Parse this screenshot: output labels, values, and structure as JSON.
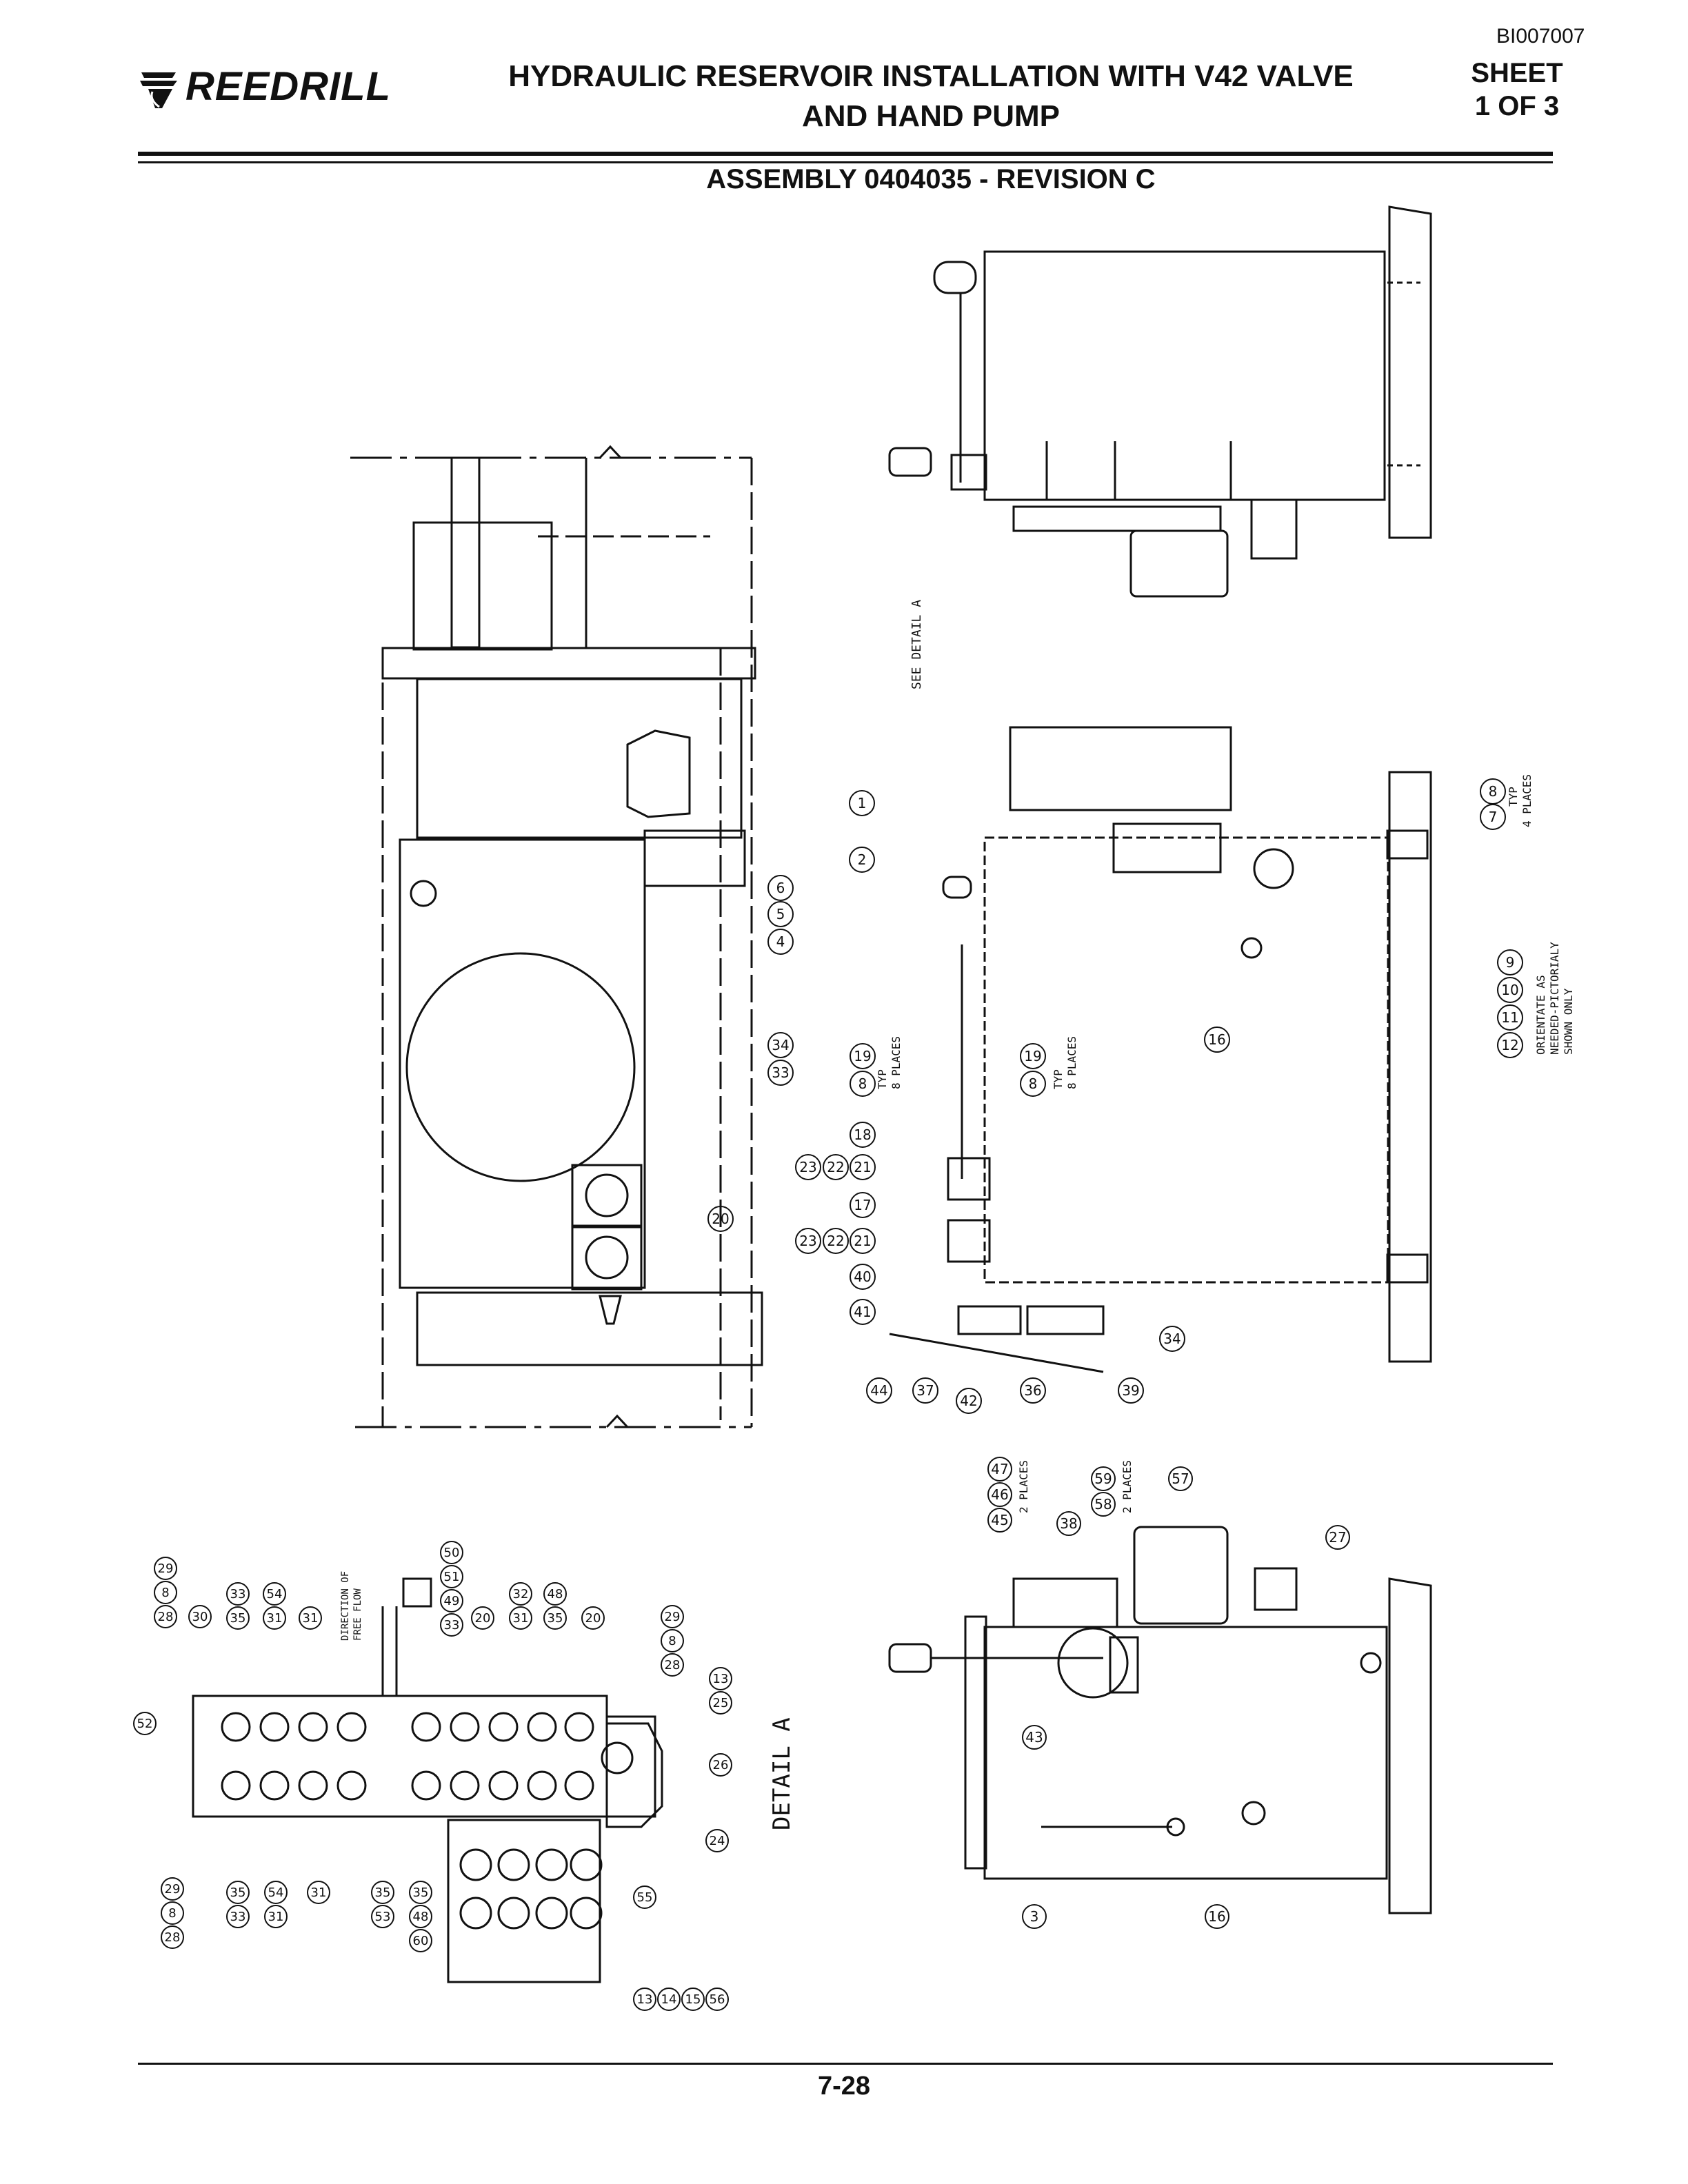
{
  "header": {
    "doc_id": "BI007007",
    "logo_text": "REEDRILL",
    "title_line1": "HYDRAULIC RESERVOIR INSTALLATION WITH V42 VALVE",
    "title_line2": "AND HAND PUMP",
    "sheet_line1": "SHEET",
    "sheet_line2": "1 OF 3",
    "assembly": "ASSEMBLY 0404035 - REVISION C"
  },
  "footer": {
    "page_number": "7-28"
  },
  "notes": {
    "see_detail": "SEE DETAIL A",
    "detail_a": "DETAIL A",
    "direction_of_free_flow_1": "DIRECTION OF",
    "direction_of_free_flow_2": "FREE FLOW",
    "typ": "TYP",
    "four_places": "4 PLACES",
    "eight_places": "8 PLACES",
    "two_places": "2 PLACES",
    "orient_1": "ORIENTATE AS",
    "orient_2": "NEEDED-PICTORIALY",
    "orient_3": "SHOWN ONLY"
  },
  "balloons": {
    "side_view": [
      "1",
      "2",
      "4",
      "5",
      "6",
      "33",
      "34",
      "20",
      "16",
      "7",
      "8",
      "9",
      "10",
      "11",
      "12",
      "8",
      "19",
      "8",
      "19",
      "18",
      "21",
      "22",
      "23",
      "17",
      "21",
      "22",
      "23",
      "40",
      "41",
      "44",
      "37",
      "42",
      "36",
      "39",
      "34"
    ],
    "end_view": [
      "45",
      "46",
      "47",
      "38",
      "58",
      "59",
      "57",
      "27",
      "43",
      "3",
      "16"
    ],
    "detail_a": [
      "29",
      "8",
      "28",
      "30",
      "33",
      "35",
      "54",
      "31",
      "31",
      "20",
      "33",
      "49",
      "51",
      "50",
      "31",
      "32",
      "35",
      "48",
      "20",
      "29",
      "8",
      "28",
      "25",
      "13",
      "52",
      "26",
      "24",
      "29",
      "8",
      "28",
      "35",
      "33",
      "54",
      "31",
      "31",
      "53",
      "35",
      "60",
      "48",
      "35",
      "55",
      "13",
      "14",
      "15",
      "56"
    ]
  }
}
